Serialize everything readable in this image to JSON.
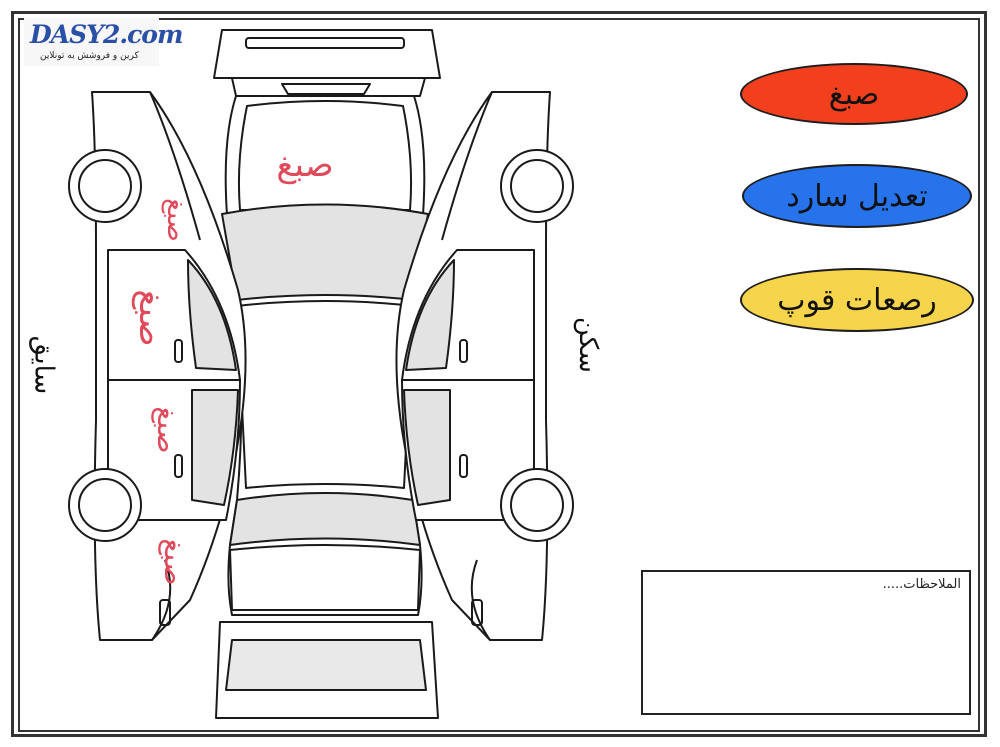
{
  "logo": {
    "brand": "DASY2.com",
    "tagline": "کرین و فروشش به تونلاین"
  },
  "legend": {
    "paint": "صبغ",
    "repair": "تعديل سارد",
    "dents": "رصعات قوپ"
  },
  "labels": {
    "driver_side": "سايق",
    "passenger_side": "سكن"
  },
  "notes": {
    "label": "الملاحظات....."
  },
  "marks": {
    "roof": "صبغ",
    "front_fender": "صبغ",
    "front_door": "صبغ",
    "rear_door": "صبغ",
    "rear_fender": "صبغ"
  },
  "colors": {
    "paint": "#f2401e",
    "repair": "#2673ec",
    "dents": "#f6d44b",
    "mark_text": "#e04a5a"
  }
}
